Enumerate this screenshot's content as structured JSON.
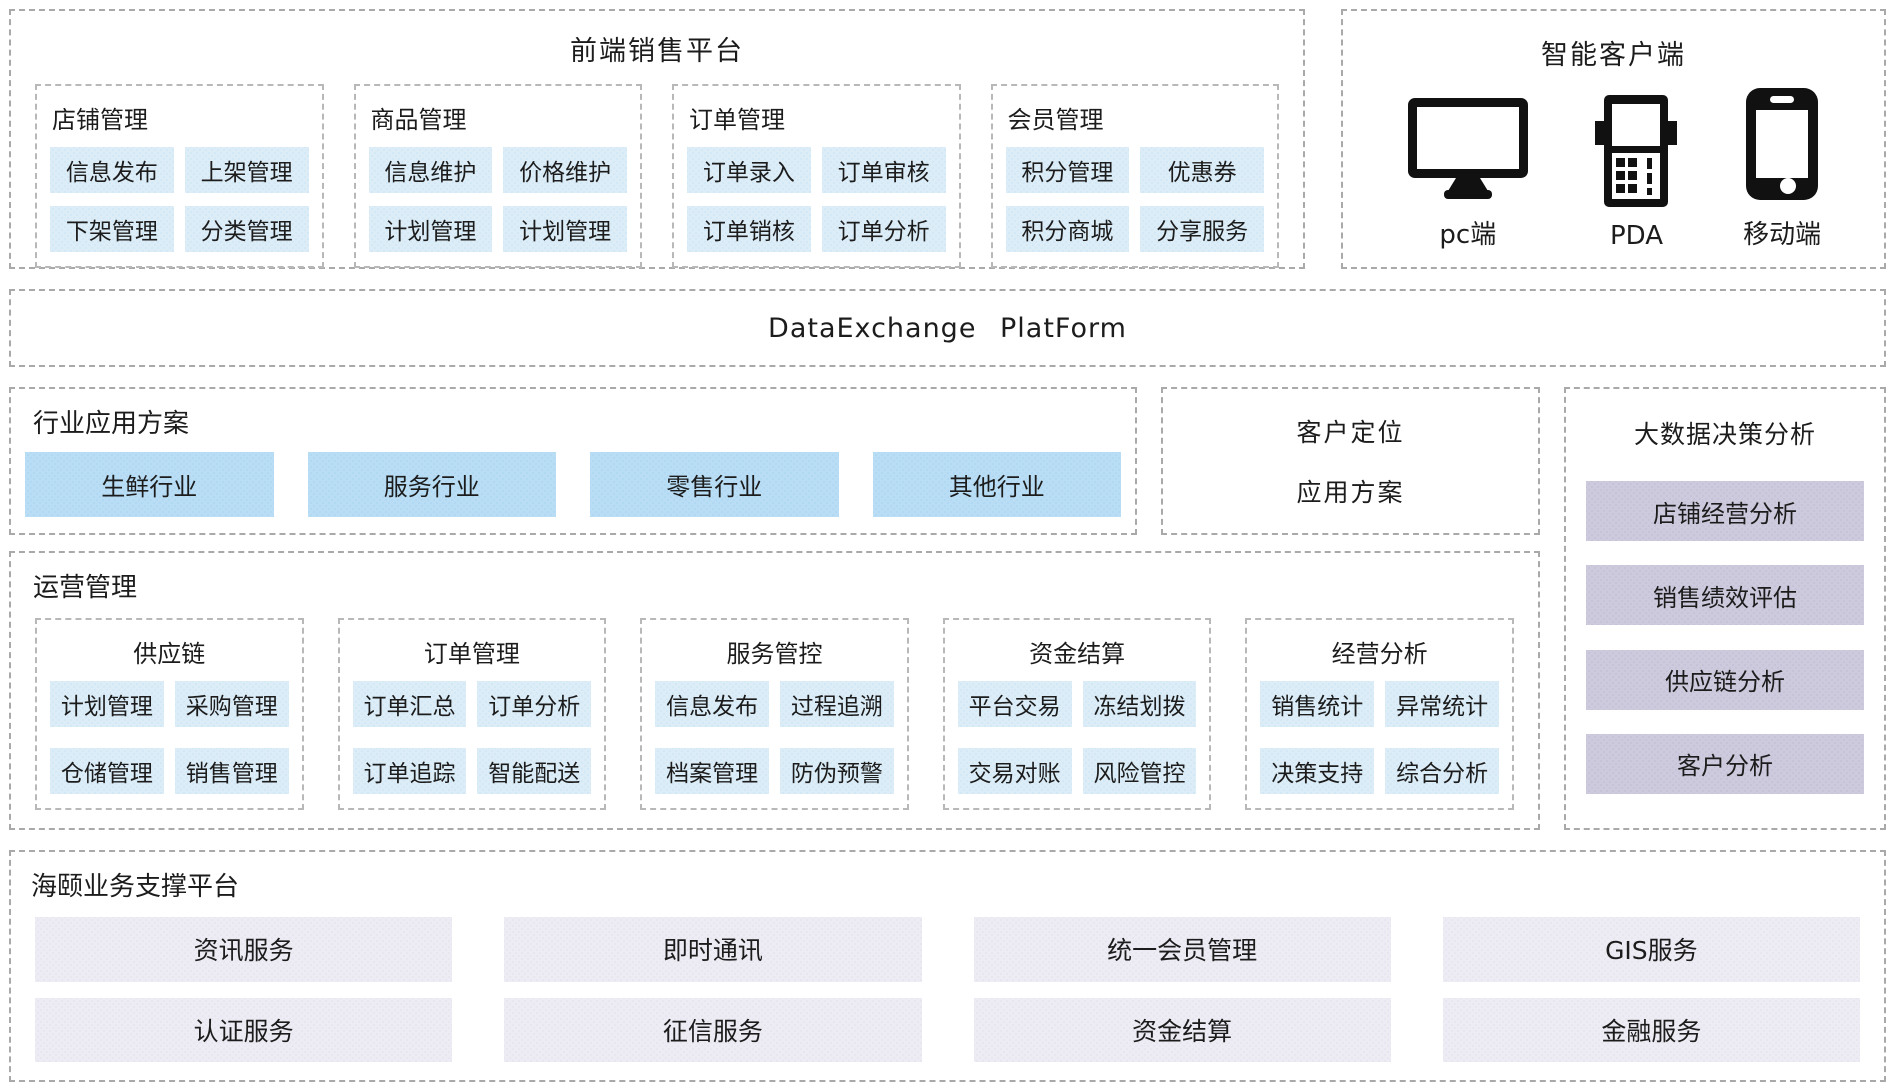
{
  "front_platform": {
    "title": "前端销售平台",
    "groups": [
      {
        "title": "店铺管理",
        "items": [
          "信息发布",
          "上架管理",
          "下架管理",
          "分类管理"
        ]
      },
      {
        "title": "商品管理",
        "items": [
          "信息维护",
          "价格维护",
          "计划管理",
          "计划管理"
        ]
      },
      {
        "title": "订单管理",
        "items": [
          "订单录入",
          "订单审核",
          "订单销核",
          "订单分析"
        ]
      },
      {
        "title": "会员管理",
        "items": [
          "积分管理",
          "优惠券",
          "积分商城",
          "分享服务"
        ]
      }
    ]
  },
  "smart_client": {
    "title": "智能客户端",
    "devices": [
      {
        "label": "pc端",
        "icon": "monitor-icon"
      },
      {
        "label": "PDA",
        "icon": "pda-icon"
      },
      {
        "label": "移动端",
        "icon": "mobile-icon"
      }
    ]
  },
  "data_exchange": {
    "title": "DataExchange PlatForm"
  },
  "industry_solutions": {
    "title": "行业应用方案",
    "items": [
      "生鲜行业",
      "服务行业",
      "零售行业",
      "其他行业"
    ]
  },
  "customer_positioning": {
    "line1": "客户定位",
    "line2": "应用方案"
  },
  "big_data": {
    "title": "大数据决策分析",
    "items": [
      "店铺经营分析",
      "销售绩效评估",
      "供应链分析",
      "客户分析"
    ]
  },
  "operations": {
    "title": "运营管理",
    "groups": [
      {
        "title": "供应链",
        "items": [
          "计划管理",
          "采购管理",
          "仓储管理",
          "销售管理"
        ]
      },
      {
        "title": "订单管理",
        "items": [
          "订单汇总",
          "订单分析",
          "订单追踪",
          "智能配送"
        ]
      },
      {
        "title": "服务管控",
        "items": [
          "信息发布",
          "过程追溯",
          "档案管理",
          "防伪预警"
        ]
      },
      {
        "title": "资金结算",
        "items": [
          "平台交易",
          "冻结划拨",
          "交易对账",
          "风险管控"
        ]
      },
      {
        "title": "经营分析",
        "items": [
          "销售统计",
          "异常统计",
          "决策支持",
          "综合分析"
        ]
      }
    ]
  },
  "support_platform": {
    "title": "海颐业务支撑平台",
    "rows": [
      [
        "资讯服务",
        "即时通讯",
        "统一会员管理",
        "GIS服务"
      ],
      [
        "认证服务",
        "征信服务",
        "资金结算",
        "金融服务"
      ]
    ]
  },
  "colors": {
    "chip_blue": "#dcedf8",
    "industry_blue": "#b8ddf4",
    "bigdata_lavender": "#cdcadd",
    "support_gray": "#edebf3",
    "dashed_border": "#a9a9a9",
    "icon_black": "#111111"
  }
}
